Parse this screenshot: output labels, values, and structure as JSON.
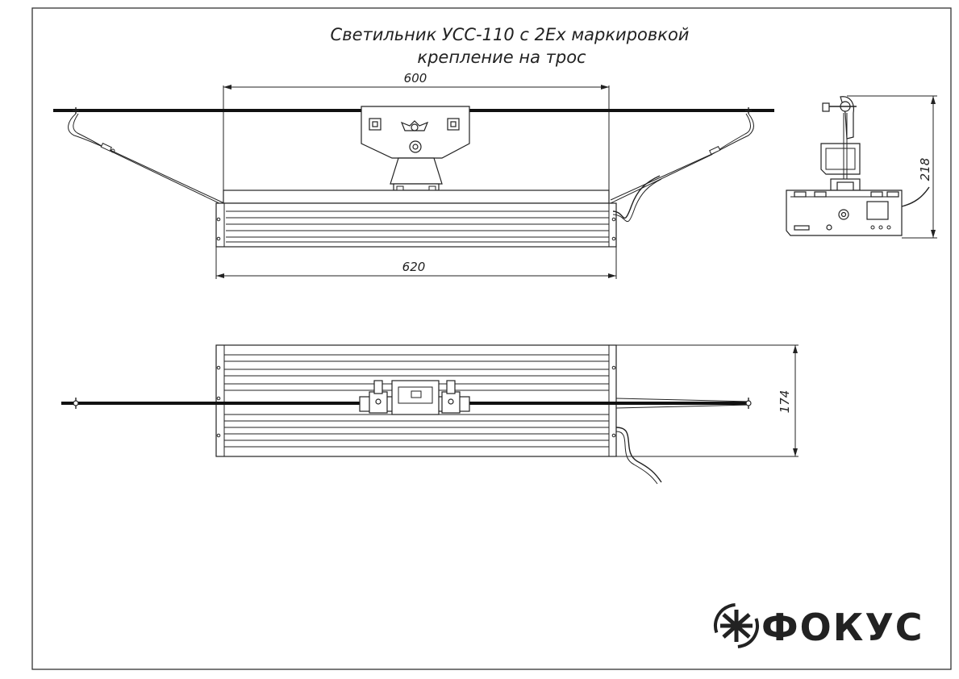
{
  "title": {
    "line1": "Светильник УСС-110 с 2Ex маркировкой",
    "line2": "крепление на трос"
  },
  "dimensions": {
    "top_width": "600",
    "bottom_width": "620",
    "side_height": "218",
    "plan_depth": "174"
  },
  "logo": {
    "text": "ФОКУС",
    "brand_color": "#222222"
  }
}
